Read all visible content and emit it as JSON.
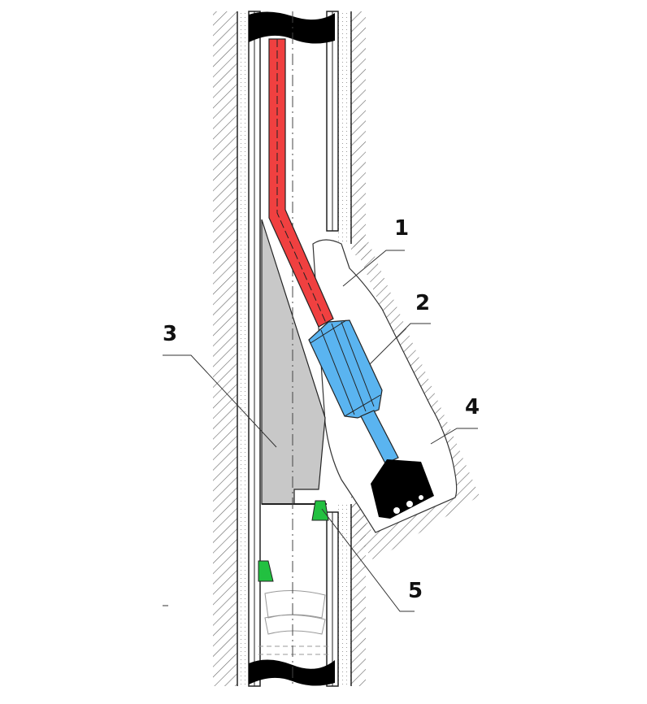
{
  "diagram": {
    "callouts": [
      {
        "id": "1",
        "text": "1"
      },
      {
        "id": "2",
        "text": "2"
      },
      {
        "id": "3",
        "text": "3"
      },
      {
        "id": "4",
        "text": "4"
      },
      {
        "id": "5",
        "text": "5"
      }
    ],
    "colors": {
      "drill_pipe": "#f04040",
      "motor": "#5ab4f0",
      "whipstock": "#c8c8c8",
      "anchor": "#22c040",
      "bit": "#000000",
      "hatch": "#555555"
    }
  }
}
